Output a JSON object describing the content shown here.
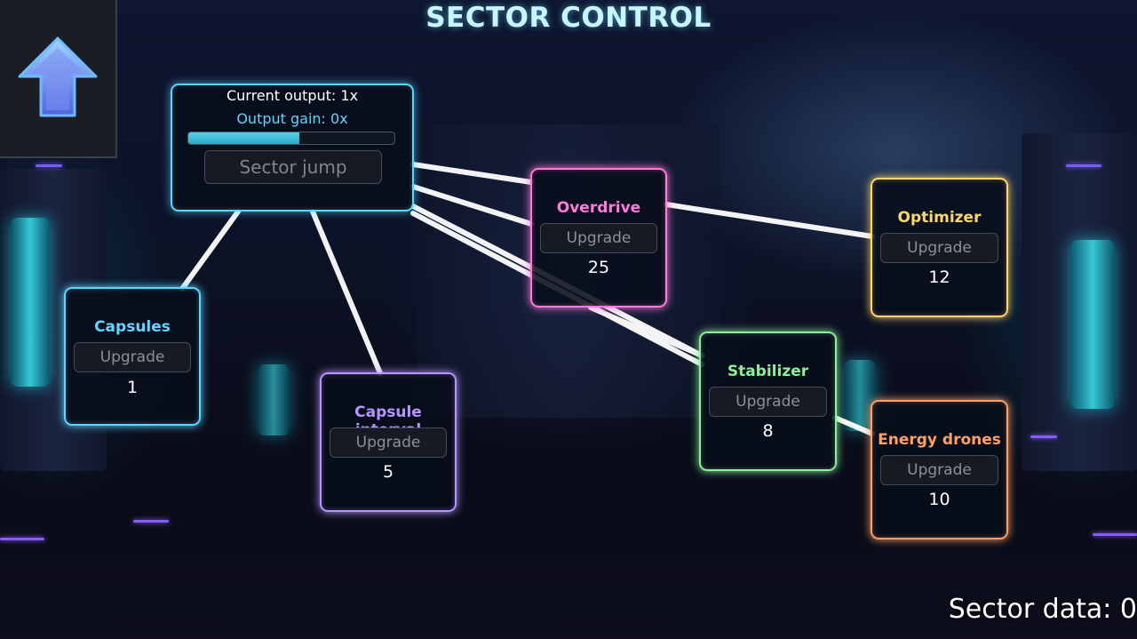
{
  "title": "SECTOR CONTROL",
  "back_button": {
    "icon": "up-arrow-icon"
  },
  "main_panel": {
    "current_output": "Current output: 1x",
    "output_gain": "Output gain: 0x",
    "progress_fraction": 0.54,
    "jump_label": "Sector jump",
    "accent": "#5fd6ff"
  },
  "nodes": {
    "capsules": {
      "name": "Capsules",
      "button": "Upgrade",
      "cost": "1",
      "color": "#5fd6ff"
    },
    "capsule_interval": {
      "name": "Capsule interval",
      "button": "Upgrade",
      "cost": "5",
      "color": "#b794ff"
    },
    "overdrive": {
      "name": "Overdrive",
      "button": "Upgrade",
      "cost": "25",
      "color": "#ff7ad9"
    },
    "optimizer": {
      "name": "Optimizer",
      "button": "Upgrade",
      "cost": "12",
      "color": "#ffd66b"
    },
    "stabilizer": {
      "name": "Stabilizer",
      "button": "Upgrade",
      "cost": "8",
      "color": "#8af09a"
    },
    "energy_drones": {
      "name": "Energy drones",
      "button": "Upgrade",
      "cost": "10",
      "color": "#ffa066"
    }
  },
  "sector_data": "Sector data: 0"
}
